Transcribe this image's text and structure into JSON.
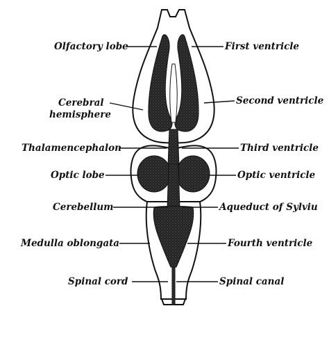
{
  "labels_left": {
    "olfactory_lobe": "Olfactory lobe",
    "cerebral_hemisphere_1": "Cerebral",
    "cerebral_hemisphere_2": "hemisphere",
    "thalamencephalon": "Thalamencephalon",
    "optic_lobe": "Optic lobe",
    "cerebellum": "Cerebellum",
    "medulla_oblongata": "Medulla oblongata",
    "spinal_cord": "Spinal cord"
  },
  "labels_right": {
    "first_ventricle": "First ventricle",
    "second_ventricle": "Second ventricle",
    "third_ventricle": "Third ventricle",
    "optic_ventricle": "Optic ventricle",
    "aqueduct_of_sylvius": "Aqueduct of Sylviu",
    "fourth_ventricle": "Fourth ventricle",
    "spinal_canal": "Spinal canal"
  },
  "colors": {
    "ink": "#111111",
    "cavity": "#2a2a2a",
    "background": "#ffffff"
  }
}
